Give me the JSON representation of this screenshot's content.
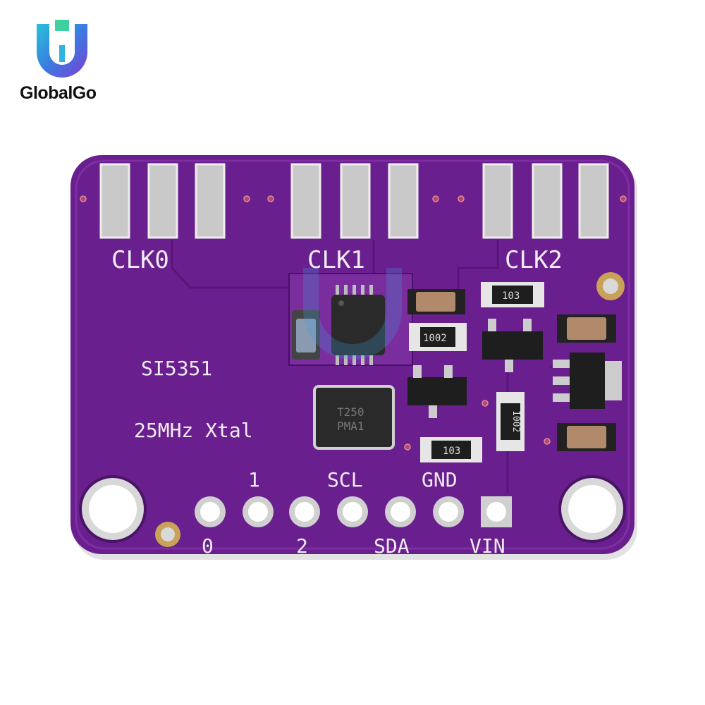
{
  "brand": {
    "name": "GlobalGo"
  },
  "silkscreen": {
    "clk0": "CLK0",
    "clk1": "CLK1",
    "clk2": "CLK2",
    "chip": "SI5351",
    "xtal": "25MHz Xtal",
    "pins": [
      "0",
      "1",
      "2",
      "SCL",
      "SDA",
      "GND",
      "VIN"
    ]
  },
  "components": {
    "crystal_mark_1": "T250",
    "crystal_mark_2": "PMA1",
    "res_top": "103",
    "res_mid": "1002",
    "res_right": "1002",
    "res_bottom": "103"
  },
  "colors": {
    "pcb": "#6a1f8f",
    "pcb_edge": "#7e2ea3",
    "silkscreen": "#f2ecf5",
    "pad": "#c9c9c9"
  }
}
